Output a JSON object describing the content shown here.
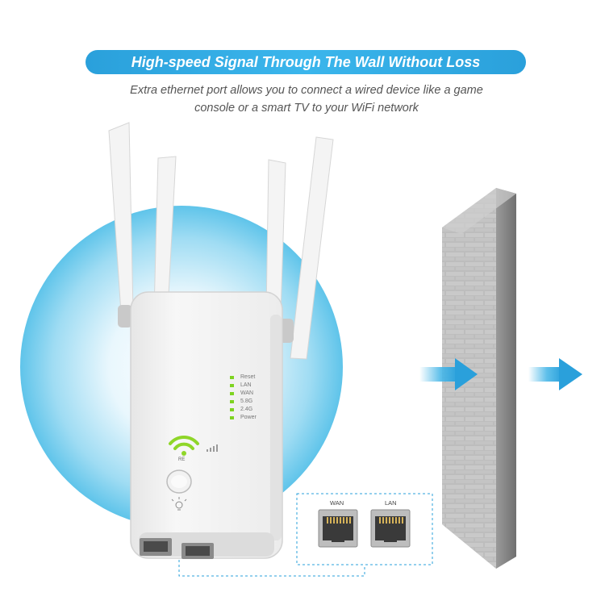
{
  "header": {
    "title": "High-speed Signal Through The Wall Without Loss",
    "subtitle_line1": "Extra ethernet port allows you to connect a wired device like a game",
    "subtitle_line2": "console or a smart TV to your WiFi network"
  },
  "device": {
    "leds": [
      "Reset",
      "LAN",
      "WAN",
      "5.8G",
      "2.4G",
      "Power"
    ],
    "mode_label": "RE",
    "ports": [
      "WAN",
      "LAN"
    ]
  },
  "colors": {
    "banner": "#2aa0db",
    "signal_circle": "#5fc4ea",
    "wifi_icon": "#8fd629",
    "led": "#7ed321",
    "arrow": "#4bb8e8",
    "brick_wall": "#b9b9b9"
  }
}
